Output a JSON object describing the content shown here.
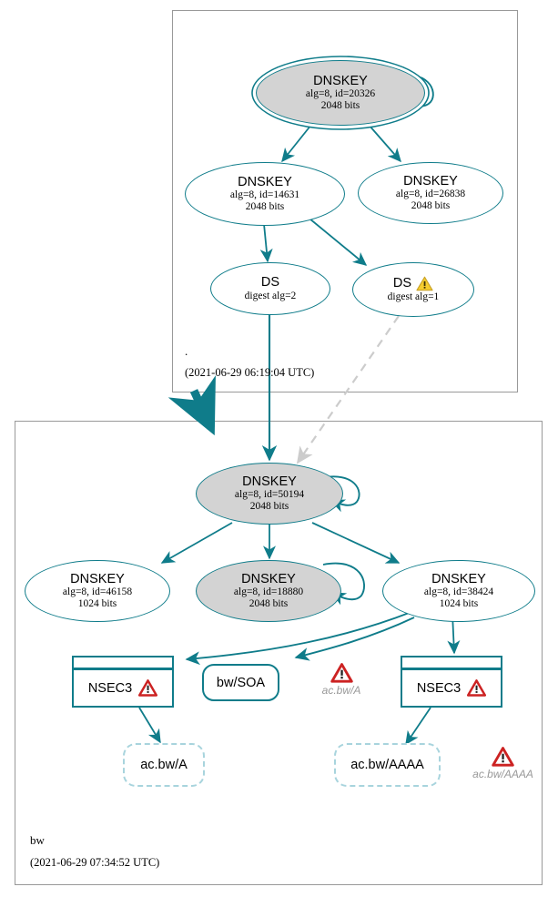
{
  "diagram": {
    "type": "dnssec-authentication-chain",
    "accent_color": "#0f7c8a",
    "shaded_node_color": "#d3d3d3",
    "error_color": "#cc2222",
    "warning_color": "#f0c419",
    "insecure_color": "#a8d4dd"
  },
  "zones": [
    {
      "id": "root",
      "name": ".",
      "timestamp": "(2021-06-29 06:19:04 UTC)"
    },
    {
      "id": "bw",
      "name": "bw",
      "timestamp": "(2021-06-29 07:34:52 UTC)"
    }
  ],
  "root_zone": {
    "ksk": {
      "title": "DNSKEY",
      "params": "alg=8, id=20326",
      "size": "2048 bits",
      "trust_anchor": true,
      "shaded": true,
      "self_signed": true
    },
    "zsk_left": {
      "title": "DNSKEY",
      "params": "alg=8, id=14631",
      "size": "2048 bits"
    },
    "zsk_right": {
      "title": "DNSKEY",
      "params": "alg=8, id=26838",
      "size": "2048 bits"
    },
    "ds_secure": {
      "title": "DS",
      "params": "digest alg=2",
      "status": "secure"
    },
    "ds_warning": {
      "title": "DS",
      "params": "digest alg=1",
      "status": "warning",
      "icon": "warning-triangle-icon"
    }
  },
  "bw_zone": {
    "ksk": {
      "title": "DNSKEY",
      "params": "alg=8, id=50194",
      "size": "2048 bits",
      "shaded": true,
      "self_signed": true
    },
    "keys": [
      {
        "title": "DNSKEY",
        "params": "alg=8, id=46158",
        "size": "1024 bits",
        "shaded": false,
        "self_signed": false
      },
      {
        "title": "DNSKEY",
        "params": "alg=8, id=18880",
        "size": "2048 bits",
        "shaded": true,
        "self_signed": true
      },
      {
        "title": "DNSKEY",
        "params": "alg=8, id=38424",
        "size": "1024 bits",
        "shaded": false,
        "self_signed": false
      }
    ],
    "nsec3_left": {
      "label": "NSEC3",
      "icon": "error-triangle-icon"
    },
    "nsec3_right": {
      "label": "NSEC3",
      "icon": "error-triangle-icon"
    },
    "soa": {
      "label": "bw/SOA"
    },
    "error_a": {
      "caption": "ac.bw/A",
      "icon": "error-triangle-icon"
    },
    "error_aaaa": {
      "caption": "ac.bw/AAAA",
      "icon": "error-triangle-icon"
    },
    "rr_a": {
      "label": "ac.bw/A"
    },
    "rr_aaaa": {
      "label": "ac.bw/AAAA"
    }
  }
}
